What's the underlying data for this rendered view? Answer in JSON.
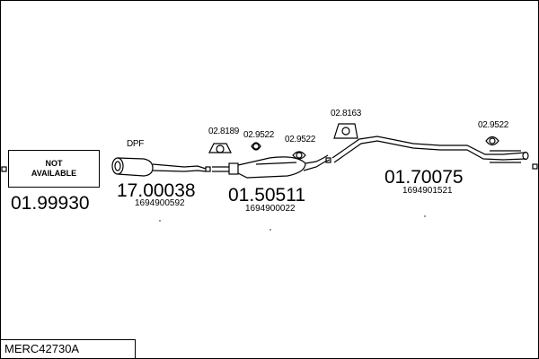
{
  "diagram": {
    "code": "MERC42730A",
    "not_available": {
      "line1": "NOT",
      "line2": "AVAILABLE"
    },
    "parts": [
      {
        "number": "01.99930",
        "oem": ""
      },
      {
        "number": "17.00038",
        "oem": "1694900592",
        "label": "DPF"
      },
      {
        "number": "01.50511",
        "oem": "1694900022"
      },
      {
        "number": "01.70075",
        "oem": "1694901521"
      }
    ],
    "fittings": [
      "02.8189",
      "02.9522",
      "02.9522",
      "02.8163",
      "02.9522"
    ]
  }
}
